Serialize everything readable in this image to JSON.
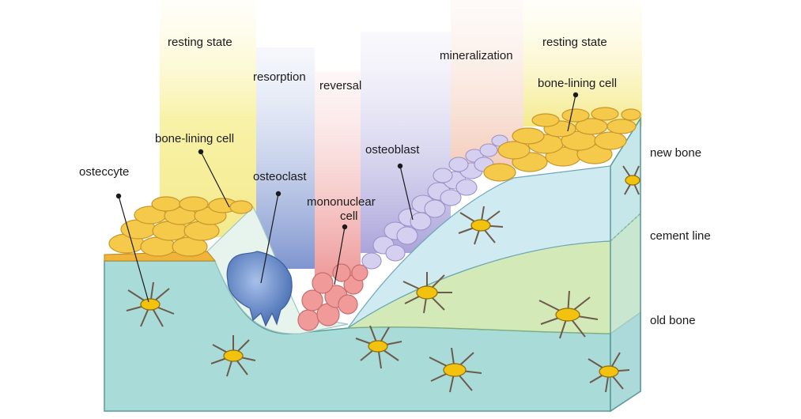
{
  "diagram": {
    "phases": [
      {
        "id": "resting-left",
        "label": "resting state",
        "color": "#f7ef9a"
      },
      {
        "id": "resorption",
        "label": "resorption",
        "color": "#8fa3d6"
      },
      {
        "id": "reversal",
        "label": "reversal",
        "color": "#f2a7a7"
      },
      {
        "id": "formation",
        "label": "",
        "color": "#b9b3e0"
      },
      {
        "id": "mineralization",
        "label": "mineralization",
        "color": "#f6d7c9"
      },
      {
        "id": "resting-right",
        "label": "resting state",
        "color": "#f7ef9a"
      }
    ],
    "cell_labels": {
      "bone_lining_left": "bone-lining cell",
      "osteocyte": "osteccyte",
      "osteoclast": "osteoclast",
      "mononuclear_line1": "mononuclear",
      "mononuclear_line2": "cell",
      "osteoblast": "osteoblast",
      "bone_lining_right": "bone-lining cell"
    },
    "layer_labels": {
      "new_bone": "new bone",
      "cement_line": "cement line",
      "old_bone": "old bone"
    },
    "colors": {
      "old_bone": "#a9dbd8",
      "cement_layer": "#d4e9b8",
      "new_bone": "#cfeaf0",
      "lining_cell": "#f5c94a",
      "osteoclast": "#5f84c4",
      "mononuclear": "#f09a9a",
      "osteoblast": "#cfc8ee",
      "osteocyte_body": "#f2c20f"
    }
  }
}
